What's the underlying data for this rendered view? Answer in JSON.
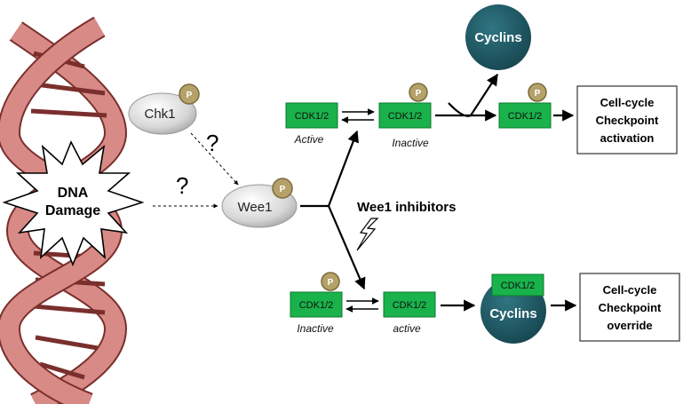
{
  "dna": {
    "line1": "DNA",
    "line2": "Damage"
  },
  "chk1": {
    "label": "Chk1"
  },
  "wee1": {
    "label": "Wee1"
  },
  "phospho": {
    "label": "P"
  },
  "question_mark": "?",
  "wee1_inhibitors": "Wee1 inhibitors",
  "top_path": {
    "cdk_active": "CDK1/2",
    "cdk_active_state": "Active",
    "cdk_inactive": "CDK1/2",
    "cdk_inactive_state": "Inactive",
    "cdk_final": "CDK1/2",
    "cyclins": "Cyclins",
    "outcome": [
      "Cell-cycle",
      "Checkpoint",
      "activation"
    ]
  },
  "bottom_path": {
    "cdk_inactive": "CDK1/2",
    "cdk_inactive_state": "Inactive",
    "cdk_active": "CDK1/2",
    "cdk_active_state": "active",
    "cdk_bound": "CDK1/2",
    "cyclins": "Cyclins",
    "outcome": [
      "Cell-cycle",
      "Checkpoint",
      "override"
    ]
  },
  "colors": {
    "cdk_green": "#19b24b",
    "cyclin_teal": "#1f5a66",
    "phospho_gold": "#b5a26a",
    "dna_strand": "#d88a86"
  }
}
